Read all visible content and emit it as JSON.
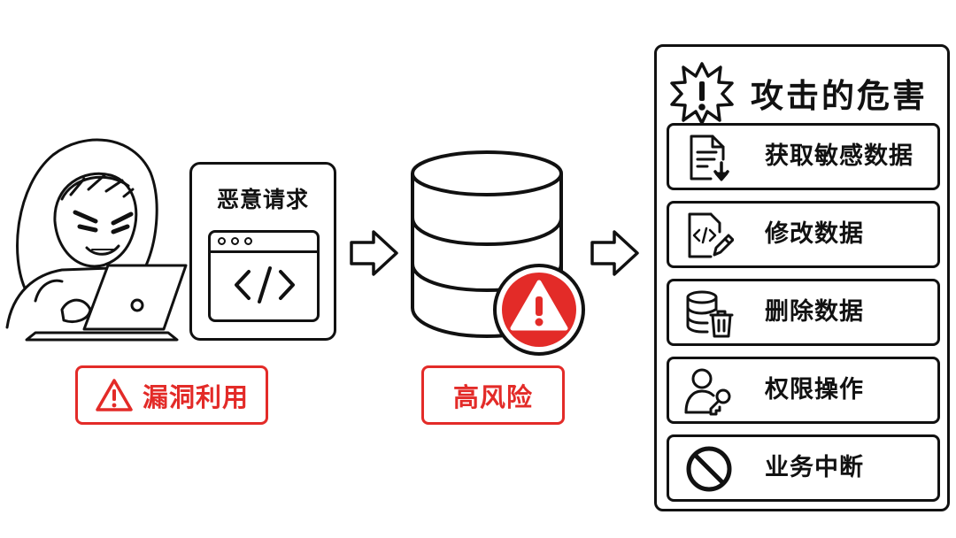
{
  "flow": {
    "request_card": {
      "title": "恶意请求",
      "code_symbol": "</>"
    },
    "exploit_tag": {
      "label": "漏洞利用",
      "icon": "warning-triangle-icon"
    },
    "risk_tag": {
      "label": "高风险",
      "icon": "warning-triangle-icon"
    },
    "arrows": [
      "arrow-right-icon",
      "arrow-right-icon"
    ],
    "actors": [
      "hacker-illustration",
      "database-icon",
      "alert-badge-icon"
    ]
  },
  "harms": {
    "title": "攻击的危害",
    "title_icon": "explosion-alert-icon",
    "items": [
      {
        "label": "获取敏感数据",
        "icon": "document-download-icon"
      },
      {
        "label": "修改数据",
        "icon": "code-edit-icon"
      },
      {
        "label": "删除数据",
        "icon": "database-delete-icon"
      },
      {
        "label": "权限操作",
        "icon": "user-key-icon"
      },
      {
        "label": "业务中断",
        "icon": "prohibited-icon"
      }
    ]
  },
  "colors": {
    "alert_red": "#e32b28",
    "ink": "#111111",
    "background": "#ffffff"
  }
}
